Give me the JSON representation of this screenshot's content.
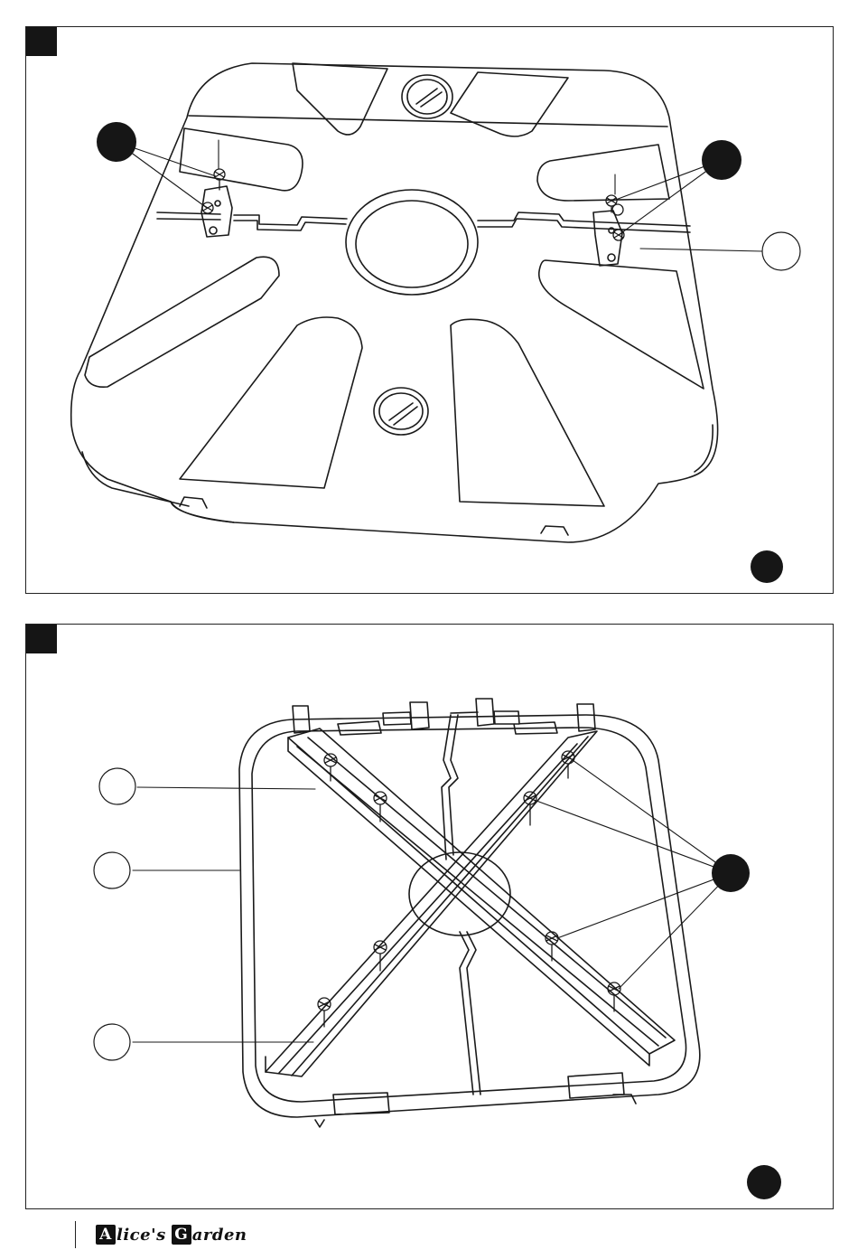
{
  "page": {
    "brand": {
      "first_initial": "A",
      "first_rest": "lice's",
      "second_initial": "G",
      "second_rest": "arden"
    }
  },
  "figures": [
    {
      "name": "figure-base-top-with-brackets",
      "subject": "umbrella base top view with mounting brackets and screws"
    },
    {
      "name": "figure-base-bottom-with-cross-bars",
      "subject": "umbrella base underside with crossed bars and screws"
    }
  ],
  "colors": {
    "ink": "#1a1a1a",
    "paper": "#ffffff",
    "callout_fill": "#161616"
  },
  "icons": [
    "screw-icon",
    "step-marker-icon",
    "callout-circle-icon"
  ]
}
